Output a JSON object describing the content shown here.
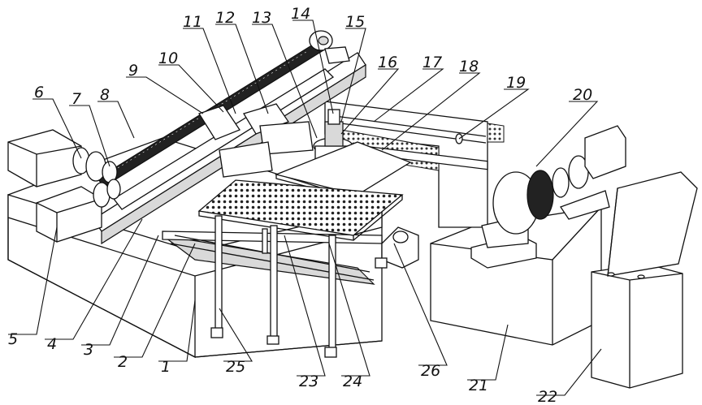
{
  "labels": [
    {
      "id": "1",
      "text": "1"
    },
    {
      "id": "2",
      "text": "2"
    },
    {
      "id": "3",
      "text": "3"
    },
    {
      "id": "4",
      "text": "4"
    },
    {
      "id": "5",
      "text": "5"
    },
    {
      "id": "6",
      "text": "6"
    },
    {
      "id": "7",
      "text": "7"
    },
    {
      "id": "8",
      "text": "8"
    },
    {
      "id": "9",
      "text": "9"
    },
    {
      "id": "10",
      "text": "10"
    },
    {
      "id": "11",
      "text": "11"
    },
    {
      "id": "12",
      "text": "12"
    },
    {
      "id": "13",
      "text": "13"
    },
    {
      "id": "14",
      "text": "14"
    },
    {
      "id": "15",
      "text": "15"
    },
    {
      "id": "16",
      "text": "16"
    },
    {
      "id": "17",
      "text": "17"
    },
    {
      "id": "18",
      "text": "18"
    },
    {
      "id": "19",
      "text": "19"
    },
    {
      "id": "20",
      "text": "20"
    },
    {
      "id": "21",
      "text": "21"
    },
    {
      "id": "22",
      "text": "22"
    },
    {
      "id": "23",
      "text": "23"
    },
    {
      "id": "24",
      "text": "24"
    },
    {
      "id": "25",
      "text": "25"
    },
    {
      "id": "26",
      "text": "26"
    }
  ]
}
